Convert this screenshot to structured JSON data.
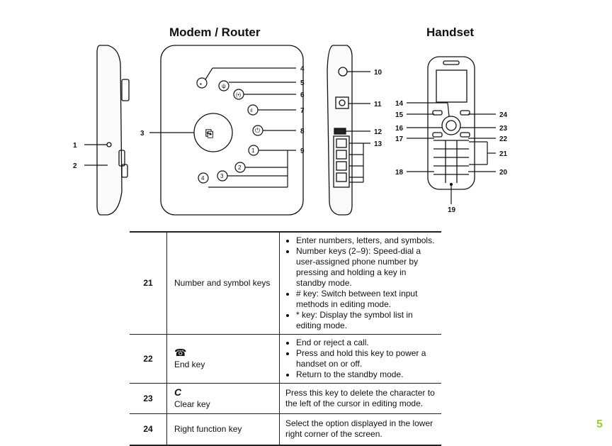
{
  "headings": {
    "modem_router": "Modem / Router",
    "handset": "Handset"
  },
  "callouts": {
    "n1": "1",
    "n2": "2",
    "n3": "3",
    "n4": "4",
    "n5": "5",
    "n6": "6",
    "n7": "7",
    "n8": "8",
    "n9": "9",
    "n10": "10",
    "n11": "11",
    "n12": "12",
    "n13": "13",
    "n14": "14",
    "n15": "15",
    "n16": "16",
    "n17": "17",
    "n18": "18",
    "n19": "19",
    "n20": "20",
    "n21": "21",
    "n22": "22",
    "n23": "23",
    "n24": "24"
  },
  "device_buttons": {
    "b1": "1",
    "b2": "2",
    "b3": "3",
    "b4": "4"
  },
  "table": {
    "rows": [
      {
        "num": "21",
        "name": "Number and symbol keys",
        "items": [
          "Enter numbers, letters, and symbols.",
          "Number keys (2–9): Speed-dial a user-assigned phone number by pressing and holding a key in standby mode.",
          "# key: Switch between text input methods in editing mode.",
          "* key: Display the symbol list in editing mode."
        ]
      },
      {
        "num": "22",
        "icon": "end-call-icon",
        "name": "End key",
        "items": [
          "End or reject a call.",
          "Press and hold this key to power a handset on or off.",
          "Return to the standby mode."
        ]
      },
      {
        "num": "23",
        "icon": "clear-icon",
        "icon_glyph": "C",
        "name": "Clear key",
        "text": "Press this key to delete the character to the left of the cursor in editing mode."
      },
      {
        "num": "24",
        "name": "Right function key",
        "text": "Select the option displayed in the lower right corner of the screen."
      }
    ]
  },
  "page_number": "5"
}
